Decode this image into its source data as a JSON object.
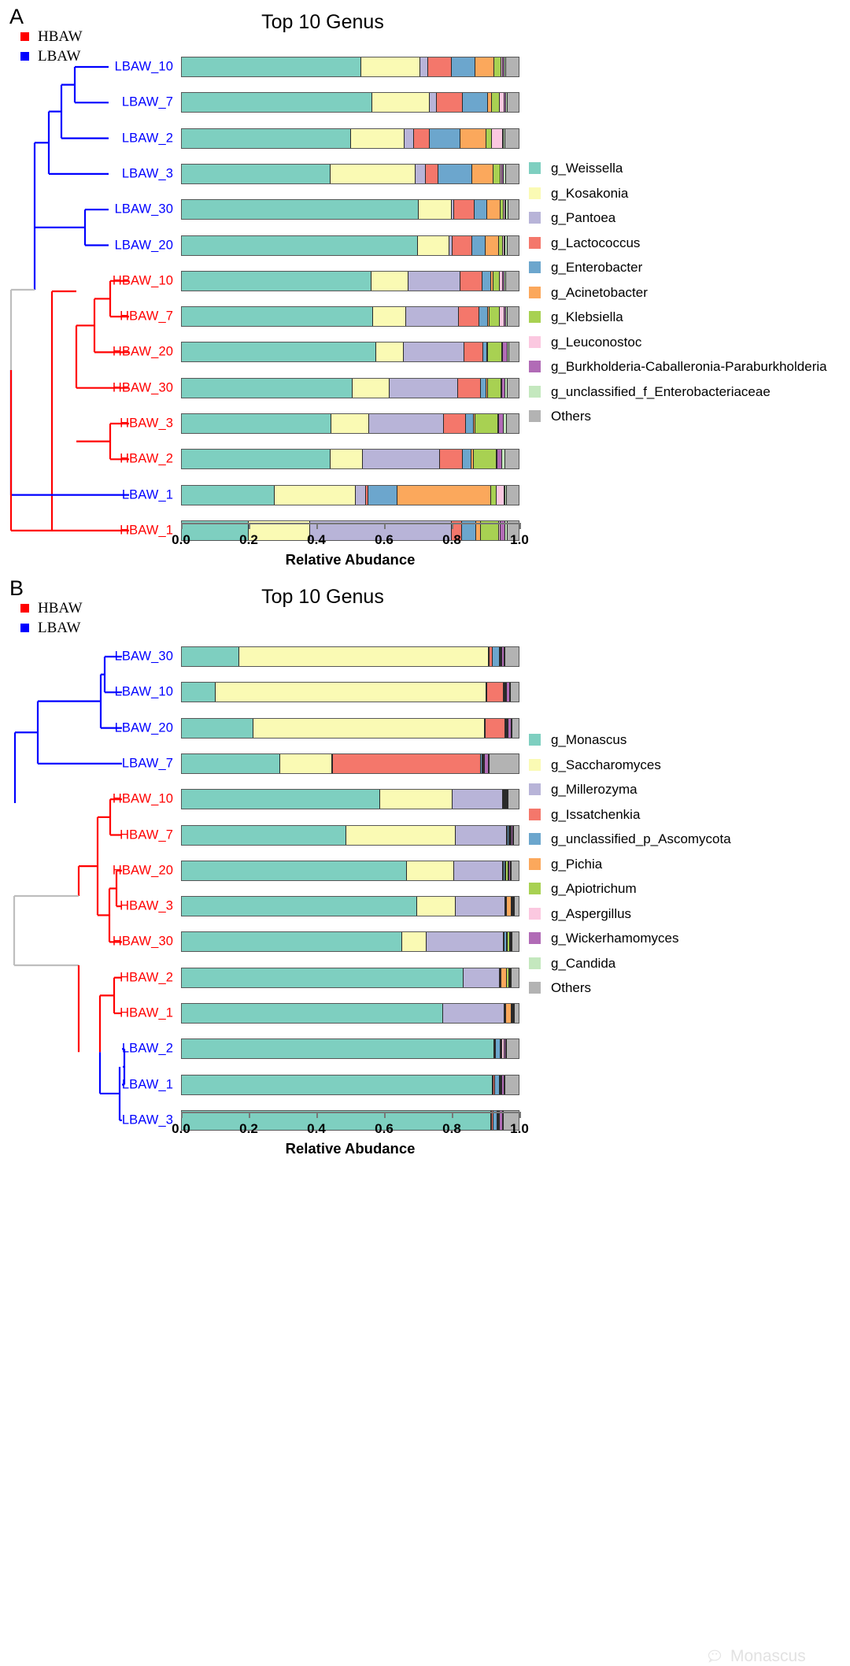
{
  "figure": {
    "watermark": "Monascus",
    "watermark_icon": "wechat-icon"
  },
  "panels": [
    {
      "letter": "A",
      "title": "Top 10 Genus",
      "group_legend": [
        {
          "label": "HBAW",
          "color": "#FF0000",
          "icon": "square-swatch"
        },
        {
          "label": "LBAW",
          "color": "#0000FF",
          "icon": "square-swatch"
        }
      ],
      "axis": {
        "title": "Relative Abudance",
        "ticks": [
          "0.0",
          "0.2",
          "0.4",
          "0.6",
          "0.8",
          "1.0"
        ],
        "min": 0,
        "max": 1
      },
      "taxa_legend": [
        {
          "label": "g_Weissella",
          "color": "#7ECFC0"
        },
        {
          "label": "g_Kosakonia",
          "color": "#FAFAB4"
        },
        {
          "label": "g_Pantoea",
          "color": "#B8B4D8"
        },
        {
          "label": "g_Lactococcus",
          "color": "#F4776B"
        },
        {
          "label": "g_Enterobacter",
          "color": "#6CA6CD"
        },
        {
          "label": "g_Acinetobacter",
          "color": "#FBA85C"
        },
        {
          "label": "g_Klebsiella",
          "color": "#A8D152"
        },
        {
          "label": "g_Leuconostoc",
          "color": "#FBC8E0"
        },
        {
          "label": "g_Burkholderia-Caballeronia-Paraburkholderia",
          "color": "#B16BB6"
        },
        {
          "label": "g_unclassified_f_Enterobacteriaceae",
          "color": "#C4E8BE"
        },
        {
          "label": "Others",
          "color": "#B3B3B3"
        }
      ],
      "chart_data": {
        "type": "bar",
        "orientation": "horizontal-stacked",
        "title": "Top 10 Genus",
        "xlabel": "Relative Abudance",
        "ylabel": "",
        "xlim": [
          0,
          1
        ],
        "grid": false,
        "legend_position": "right",
        "categories": [
          "LBAW_10",
          "LBAW_7",
          "LBAW_2",
          "LBAW_3",
          "LBAW_30",
          "LBAW_20",
          "HBAW_10",
          "HBAW_7",
          "HBAW_20",
          "HBAW_30",
          "HBAW_3",
          "HBAW_2",
          "LBAW_1",
          "HBAW_1"
        ],
        "series": [
          {
            "name": "g_Weissella",
            "values": [
              0.505,
              0.548,
              0.478,
              0.415,
              0.675,
              0.665,
              0.53,
              0.557,
              0.578,
              0.508,
              0.4,
              0.385,
              0.267,
              0.19
            ]
          },
          {
            "name": "g_Kosakonia",
            "values": [
              0.168,
              0.167,
              0.15,
              0.238,
              0.094,
              0.09,
              0.103,
              0.095,
              0.082,
              0.108,
              0.1,
              0.083,
              0.235,
              0.175
            ]
          },
          {
            "name": "g_Pantoea",
            "values": [
              0.022,
              0.02,
              0.026,
              0.028,
              0.006,
              0.008,
              0.145,
              0.153,
              0.18,
              0.204,
              0.2,
              0.198,
              0.028,
              0.405
            ]
          },
          {
            "name": "g_Lactococcus",
            "values": [
              0.067,
              0.074,
              0.045,
              0.035,
              0.06,
              0.057,
              0.06,
              0.06,
              0.055,
              0.068,
              0.06,
              0.06,
              0.007,
              0.029
            ]
          },
          {
            "name": "g_Enterobacter",
            "values": [
              0.066,
              0.072,
              0.087,
              0.094,
              0.035,
              0.037,
              0.026,
              0.026,
              0.012,
              0.017,
              0.02,
              0.023,
              0.085,
              0.04
            ]
          },
          {
            "name": "g_Acinetobacter",
            "values": [
              0.053,
              0.013,
              0.074,
              0.06,
              0.038,
              0.037,
              0.005,
              0.005,
              0.003,
              0.004,
              0.005,
              0.005,
              0.268,
              0.014
            ]
          },
          {
            "name": "g_Klebsiella",
            "values": [
              0.021,
              0.022,
              0.015,
              0.019,
              0.009,
              0.011,
              0.019,
              0.03,
              0.042,
              0.039,
              0.06,
              0.06,
              0.016,
              0.052
            ]
          },
          {
            "name": "g_Leuconostoc",
            "values": [
              0.004,
              0.014,
              0.03,
              0.006,
              0.005,
              0.005,
              0.008,
              0.013,
              0.002,
              0.002,
              0.003,
              0.002,
              0.023,
              0.003
            ]
          },
          {
            "name": "g_Burkholderia-Caballeronia-Paraburkholderia",
            "values": [
              0.004,
              0.003,
              0.003,
              0.004,
              0.003,
              0.003,
              0.004,
              0.004,
              0.013,
              0.011,
              0.013,
              0.012,
              0.003,
              0.014
            ]
          },
          {
            "name": "g_unclassified_f_Enterobacteriaceae",
            "values": [
              0.005,
              0.005,
              0.005,
              0.006,
              0.005,
              0.005,
              0.006,
              0.005,
              0.006,
              0.007,
              0.007,
              0.007,
              0.005,
              0.006
            ]
          },
          {
            "name": "Others",
            "values": [
              0.035,
              0.032,
              0.037,
              0.035,
              0.03,
              0.032,
              0.034,
              0.032,
              0.027,
              0.032,
              0.032,
              0.035,
              0.033,
              0.032
            ]
          }
        ]
      },
      "tips": [
        {
          "label": "LBAW_10",
          "group": "LBAW"
        },
        {
          "label": "LBAW_7",
          "group": "LBAW"
        },
        {
          "label": "LBAW_2",
          "group": "LBAW"
        },
        {
          "label": "LBAW_3",
          "group": "LBAW"
        },
        {
          "label": "LBAW_30",
          "group": "LBAW"
        },
        {
          "label": "LBAW_20",
          "group": "LBAW"
        },
        {
          "label": "HBAW_10",
          "group": "HBAW"
        },
        {
          "label": "HBAW_7",
          "group": "HBAW"
        },
        {
          "label": "HBAW_20",
          "group": "HBAW"
        },
        {
          "label": "HBAW_30",
          "group": "HBAW"
        },
        {
          "label": "HBAW_3",
          "group": "HBAW"
        },
        {
          "label": "HBAW_2",
          "group": "HBAW"
        },
        {
          "label": "LBAW_1",
          "group": "LBAW"
        },
        {
          "label": "HBAW_1",
          "group": "HBAW"
        }
      ]
    },
    {
      "letter": "B",
      "title": "Top 10 Genus",
      "group_legend": [
        {
          "label": "HBAW",
          "color": "#FF0000",
          "icon": "square-swatch"
        },
        {
          "label": "LBAW",
          "color": "#0000FF",
          "icon": "square-swatch"
        }
      ],
      "axis": {
        "title": "Relative Abudance",
        "ticks": [
          "0.0",
          "0.2",
          "0.4",
          "0.6",
          "0.8",
          "1.0"
        ],
        "min": 0,
        "max": 1
      },
      "taxa_legend": [
        {
          "label": "g_Monascus",
          "color": "#7ECFC0"
        },
        {
          "label": "g_Saccharomyces",
          "color": "#FAFAB4"
        },
        {
          "label": "g_Millerozyma",
          "color": "#B8B4D8"
        },
        {
          "label": "g_Issatchenkia",
          "color": "#F4776B"
        },
        {
          "label": "g_unclassified_p_Ascomycota",
          "color": "#6CA6CD"
        },
        {
          "label": "g_Pichia",
          "color": "#FBA85C"
        },
        {
          "label": "g_Apiotrichum",
          "color": "#A8D152"
        },
        {
          "label": "g_Aspergillus",
          "color": "#FBC8E0"
        },
        {
          "label": "g_Wickerhamomyces",
          "color": "#B16BB6"
        },
        {
          "label": "g_Candida",
          "color": "#C4E8BE"
        },
        {
          "label": "Others",
          "color": "#B3B3B3"
        }
      ],
      "chart_data": {
        "type": "bar",
        "orientation": "horizontal-stacked",
        "title": "Top 10 Genus",
        "xlabel": "Relative Abudance",
        "ylabel": "",
        "xlim": [
          0,
          1
        ],
        "grid": false,
        "legend_position": "right",
        "categories": [
          "LBAW_30",
          "LBAW_10",
          "LBAW_20",
          "LBAW_7",
          "HBAW_10",
          "HBAW_7",
          "HBAW_20",
          "HBAW_3",
          "HBAW_30",
          "HBAW_2",
          "HBAW_1",
          "LBAW_2",
          "LBAW_1",
          "LBAW_3"
        ],
        "series": [
          {
            "name": "g_Monascus",
            "values": [
              0.172,
              0.1,
              0.212,
              0.292,
              0.59,
              0.49,
              0.67,
              0.7,
              0.655,
              0.838,
              0.778,
              0.93,
              0.925,
              0.92
            ]
          },
          {
            "name": "g_Saccharomyces",
            "values": [
              0.74,
              0.805,
              0.69,
              0.155,
              0.215,
              0.325,
              0.14,
              0.115,
              0.073,
              0.0,
              0.0,
              0.0,
              0.0,
              0.0
            ]
          },
          {
            "name": "g_Millerozyma",
            "values": [
              0.002,
              0.002,
              0.002,
              0.002,
              0.15,
              0.152,
              0.145,
              0.148,
              0.23,
              0.108,
              0.182,
              0.002,
              0.002,
              0.002
            ]
          },
          {
            "name": "g_Issatchenkia",
            "values": [
              0.011,
              0.05,
              0.058,
              0.44,
              0.001,
              0.001,
              0.001,
              0.001,
              0.001,
              0.001,
              0.001,
              0.002,
              0.004,
              0.005
            ]
          },
          {
            "name": "g_unclassified_p_Ascomycota",
            "values": [
              0.02,
              0.003,
              0.003,
              0.004,
              0.003,
              0.006,
              0.004,
              0.002,
              0.006,
              0.002,
              0.003,
              0.012,
              0.014,
              0.011
            ]
          },
          {
            "name": "g_Pichia",
            "values": [
              0.002,
              0.002,
              0.002,
              0.002,
              0.002,
              0.002,
              0.002,
              0.013,
              0.002,
              0.016,
              0.015,
              0.002,
              0.002,
              0.002
            ]
          },
          {
            "name": "g_Apiotrichum",
            "values": [
              0.002,
              0.002,
              0.002,
              0.002,
              0.002,
              0.002,
              0.009,
              0.002,
              0.008,
              0.008,
              0.002,
              0.002,
              0.002,
              0.002
            ]
          },
          {
            "name": "g_Aspergillus",
            "values": [
              0.002,
              0.002,
              0.002,
              0.002,
              0.002,
              0.002,
              0.002,
              0.002,
              0.002,
              0.002,
              0.002,
              0.008,
              0.002,
              0.002
            ]
          },
          {
            "name": "g_Wickerhamomyces",
            "values": [
              0.008,
              0.008,
              0.008,
              0.013,
              0.003,
              0.003,
              0.003,
              0.003,
              0.003,
              0.003,
              0.003,
              0.005,
              0.008,
              0.01
            ]
          },
          {
            "name": "g_Candida",
            "values": [
              0.002,
              0.002,
              0.002,
              0.002,
              0.002,
              0.002,
              0.002,
              0.002,
              0.002,
              0.002,
              0.002,
              0.002,
              0.002,
              0.002
            ]
          },
          {
            "name": "Others",
            "values": [
              0.039,
              0.024,
              0.019,
              0.086,
              0.03,
              0.015,
              0.022,
              0.012,
              0.018,
              0.02,
              0.012,
              0.035,
              0.039,
              0.044
            ]
          }
        ]
      },
      "tips": [
        {
          "label": "LBAW_30",
          "group": "LBAW"
        },
        {
          "label": "LBAW_10",
          "group": "LBAW"
        },
        {
          "label": "LBAW_20",
          "group": "LBAW"
        },
        {
          "label": "LBAW_7",
          "group": "LBAW"
        },
        {
          "label": "HBAW_10",
          "group": "HBAW"
        },
        {
          "label": "HBAW_7",
          "group": "HBAW"
        },
        {
          "label": "HBAW_20",
          "group": "HBAW"
        },
        {
          "label": "HBAW_3",
          "group": "HBAW"
        },
        {
          "label": "HBAW_30",
          "group": "HBAW"
        },
        {
          "label": "HBAW_2",
          "group": "HBAW"
        },
        {
          "label": "HBAW_1",
          "group": "HBAW"
        },
        {
          "label": "LBAW_2",
          "group": "LBAW"
        },
        {
          "label": "LBAW_1",
          "group": "LBAW"
        },
        {
          "label": "LBAW_3",
          "group": "LBAW"
        }
      ]
    }
  ]
}
